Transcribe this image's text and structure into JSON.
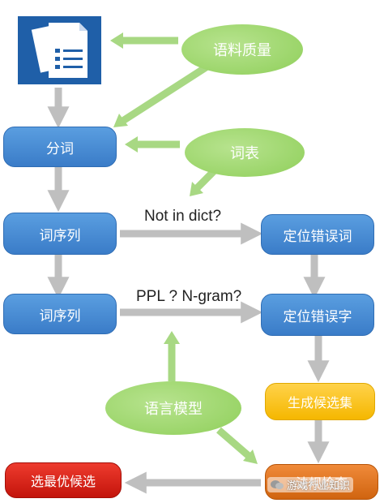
{
  "nodes": {
    "corpus_quality": "语料质量",
    "segmentation": "分词",
    "dictionary": "词表",
    "word_sequence_1": "词序列",
    "word_sequence_2": "词序列",
    "locate_wrong_word": "定位错误词",
    "locate_wrong_char": "定位错误字",
    "language_model": "语言模型",
    "generate_candidates": "生成候选集",
    "select_best_candidate": "选最优候选",
    "check": "法规检查"
  },
  "edge_labels": {
    "not_in_dict": "Not in dict?",
    "ppl_ngram": "PPL ? N-gram?"
  },
  "watermark": "游戏行业知识",
  "colors": {
    "blue": "#3a7cc8",
    "green": "#a6d977",
    "arrow": "#bfbfbf",
    "yellow": "#f5b700",
    "red": "#c3140b",
    "orange": "#d06410",
    "doc_tile": "#1f5fa8"
  },
  "icons": [
    "document-icon"
  ]
}
